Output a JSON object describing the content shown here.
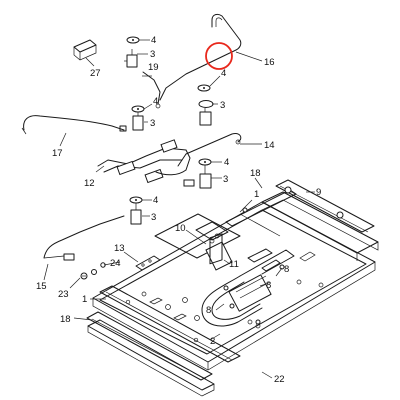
{
  "diagram": {
    "highlight_color": "#e8281c",
    "callouts": [
      {
        "id": "c4a",
        "text": "4"
      },
      {
        "id": "c3a",
        "text": "3"
      },
      {
        "id": "c16",
        "text": "16"
      },
      {
        "id": "c27",
        "text": "27"
      },
      {
        "id": "c19",
        "text": "19"
      },
      {
        "id": "c4b",
        "text": "4"
      },
      {
        "id": "c3b",
        "text": "3"
      },
      {
        "id": "c4c",
        "text": "4"
      },
      {
        "id": "c3c",
        "text": "3"
      },
      {
        "id": "c17",
        "text": "17"
      },
      {
        "id": "c14",
        "text": "14"
      },
      {
        "id": "c12",
        "text": "12"
      },
      {
        "id": "c4d",
        "text": "4"
      },
      {
        "id": "c3d",
        "text": "3"
      },
      {
        "id": "c18a",
        "text": "18"
      },
      {
        "id": "c1a",
        "text": "1"
      },
      {
        "id": "c9",
        "text": "9"
      },
      {
        "id": "c4e",
        "text": "4"
      },
      {
        "id": "c3e",
        "text": "3"
      },
      {
        "id": "c10",
        "text": "10"
      },
      {
        "id": "c11",
        "text": "11"
      },
      {
        "id": "c13",
        "text": "13"
      },
      {
        "id": "c24",
        "text": "24"
      },
      {
        "id": "c8a",
        "text": "8"
      },
      {
        "id": "c8b",
        "text": "8"
      },
      {
        "id": "c15",
        "text": "15"
      },
      {
        "id": "c23",
        "text": "23"
      },
      {
        "id": "c1b",
        "text": "1"
      },
      {
        "id": "c8c",
        "text": "8"
      },
      {
        "id": "c18b",
        "text": "18"
      },
      {
        "id": "c2",
        "text": "2"
      },
      {
        "id": "c22",
        "text": "22"
      }
    ]
  }
}
